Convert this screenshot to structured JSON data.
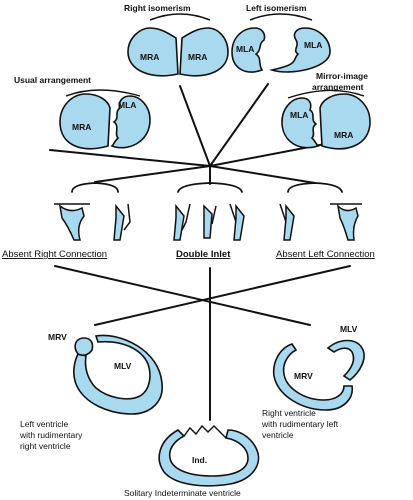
{
  "atrial": {
    "right_isomerism": "Right isomerism",
    "left_isomerism": "Left isomerism",
    "usual_arrangement": "Usual arrangement",
    "mirror_line1": "Mirror-image",
    "mirror_line2": "arrangement",
    "mra": "MRA",
    "mla": "MLA"
  },
  "connections": {
    "absent_right": "Absent Right Connection",
    "double_inlet": "Double Inlet",
    "absent_left": "Absent Left Connection"
  },
  "ventricles": {
    "mrv": "MRV",
    "mlv": "MLV",
    "ind": "Ind.",
    "left_caption_1": "Left ventricle",
    "left_caption_2": "with rudimentary",
    "left_caption_3": "right ventricle",
    "right_caption_1": "Right ventricle",
    "right_caption_2": "with rudimentary left",
    "right_caption_3": "ventricle",
    "solitary_caption": "Solitary Indeterminate ventricle"
  },
  "colors": {
    "chamber_fill": "#a9d9ef",
    "ink": "#111111"
  }
}
